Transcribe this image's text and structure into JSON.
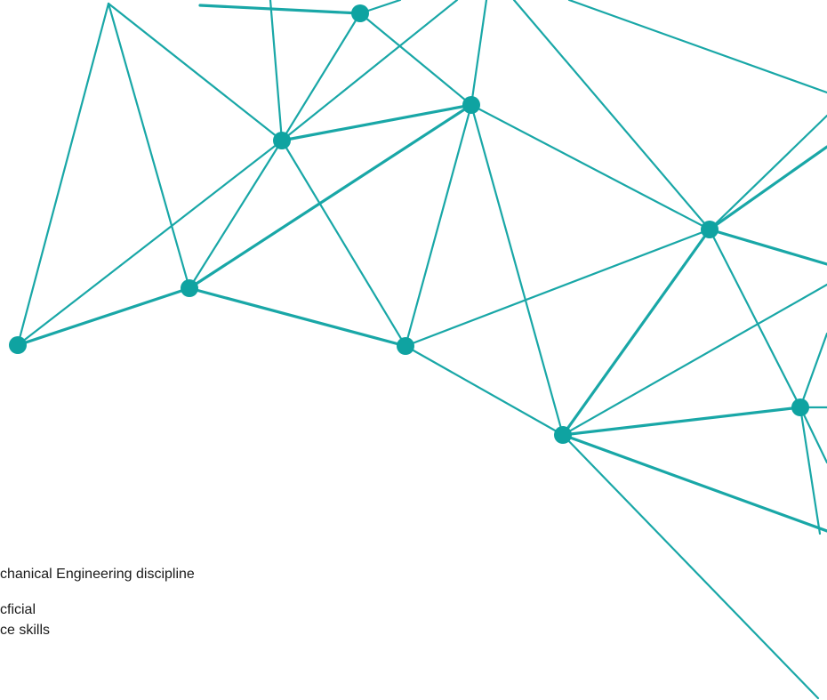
{
  "background_color": "#ffffff",
  "accent_color": "#19a7a7",
  "node_color": "#0fa3a1",
  "text_lines": [
    "chanical Engineering discipline",
    "cficial",
    "ce skills"
  ]
}
